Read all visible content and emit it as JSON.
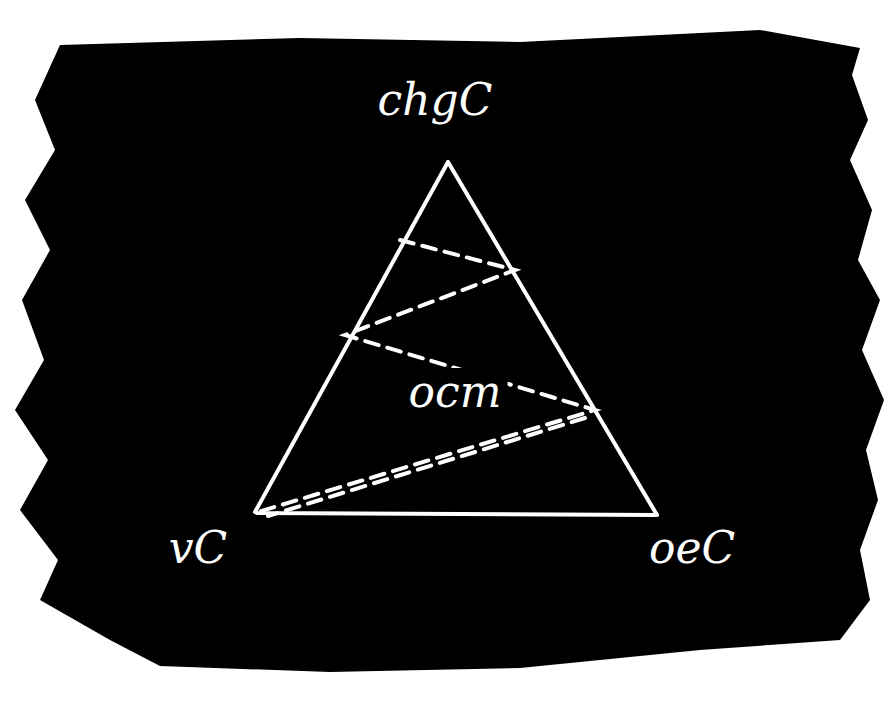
{
  "diagram": {
    "labels": [
      "chgC",
      "ocm",
      "vC",
      "oeC"
    ]
  }
}
